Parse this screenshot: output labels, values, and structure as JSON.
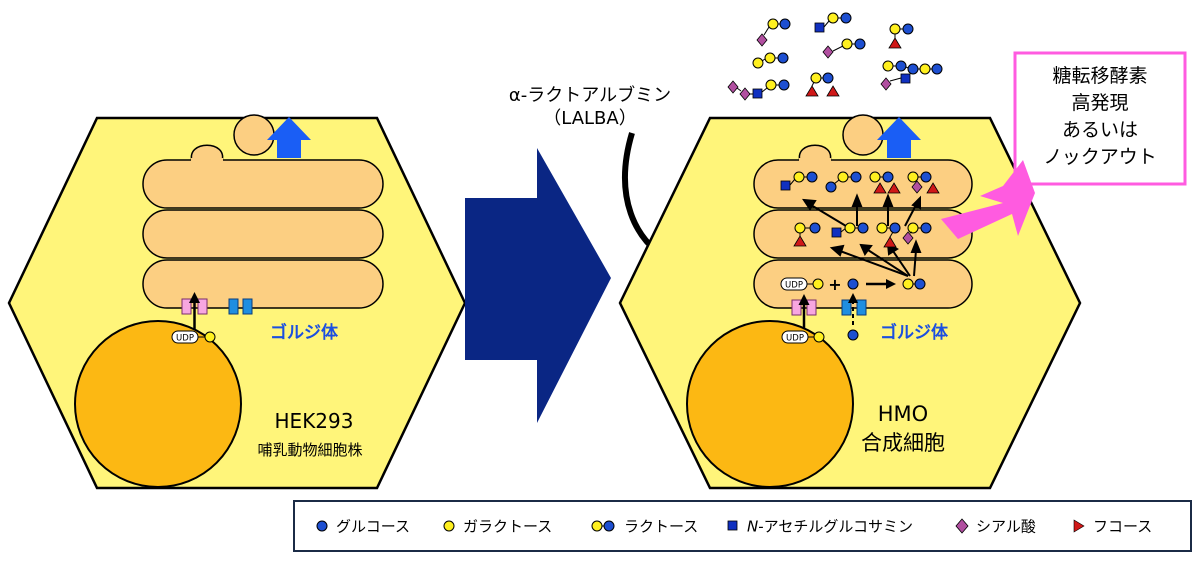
{
  "colors": {
    "cell_fill": "#fff57a",
    "golgi_fill": "#fccf82",
    "nucleus_fill": "#fcb813",
    "glucose": "#1d4fd1",
    "galactose": "#fff01f",
    "glcnac": "#1030c0",
    "sialic": "#b14fa0",
    "fucose": "#d01818",
    "big_arrow": "#0a2684",
    "vesicle_arrow": "#1a5ef5",
    "pink": "#ff5be0",
    "golgi_label": "#1b4fe0"
  },
  "labels": {
    "golgi_left": "ゴルジ体",
    "golgi_right": "ゴルジ体",
    "cell_left_line1": "HEK293",
    "cell_left_line2": "哺乳動物細胞株",
    "cell_right_line1": "HMO",
    "cell_right_line2": "合成細胞",
    "lalba_line1": "α-ラクトアルブミン",
    "lalba_line2": "（LALBA）",
    "udp": "UDP",
    "plus": "+"
  },
  "callout": {
    "lines": [
      "糖転移酵素",
      "高発現",
      "あるいは",
      "ノックアウト"
    ]
  },
  "legend": [
    {
      "icon": "glucose-icon",
      "label": "グルコース"
    },
    {
      "icon": "galactose-icon",
      "label": "ガラクトース"
    },
    {
      "icon": "lactose-icon",
      "label": "ラクトース"
    },
    {
      "icon": "glcnac-icon",
      "label_prefix": "N",
      "label": "-アセチルグルコサミン"
    },
    {
      "icon": "sialic-acid-icon",
      "label": "シアル酸"
    },
    {
      "icon": "fucose-icon",
      "label": "フコース"
    }
  ]
}
